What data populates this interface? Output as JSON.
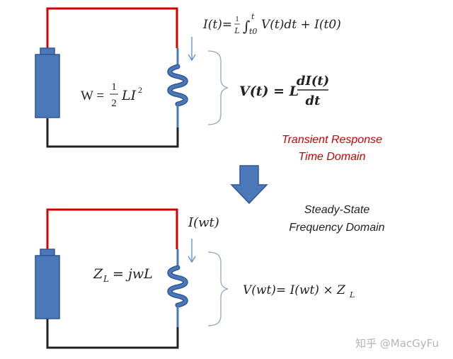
{
  "top_circuit": {
    "energy_lhs": "W =",
    "energy_frac_num": "1",
    "energy_frac_den": "2",
    "energy_rhs": "LI",
    "energy_exp": "2",
    "current_integral": "I(t)=1/L ∫ V(t)dt + I(t0)",
    "current_lhs": "I(t)=",
    "current_one": "1",
    "current_L": "L",
    "current_int_upper": "t",
    "current_int_lower": "t0",
    "current_body": "V(t)dt + I(t0)",
    "voltage_lhs": "V(t) = L",
    "voltage_num": "dI(t)",
    "voltage_den": "dt",
    "domain_label_1": "Transient Response",
    "domain_label_2": "Time Domain"
  },
  "bottom_circuit": {
    "impedance": "Z",
    "impedance_sub": "L",
    "impedance_rhs": " = jwL",
    "current": "I(wt)",
    "voltage_lhs": "V(wt)= I(wt) × Z",
    "voltage_sub": "L",
    "domain_label_1": "Steady-State",
    "domain_label_2": "Frequency Domain"
  },
  "watermark": "知乎 @MacGyFu",
  "colors": {
    "wire_top": "#d40000",
    "wire_bottom": "#222222",
    "component": "#4a78b8",
    "component_border": "#2f5597",
    "arrow_fill": "#4a78b8",
    "transient_text": "#cc0000",
    "note_text": "#222222"
  }
}
